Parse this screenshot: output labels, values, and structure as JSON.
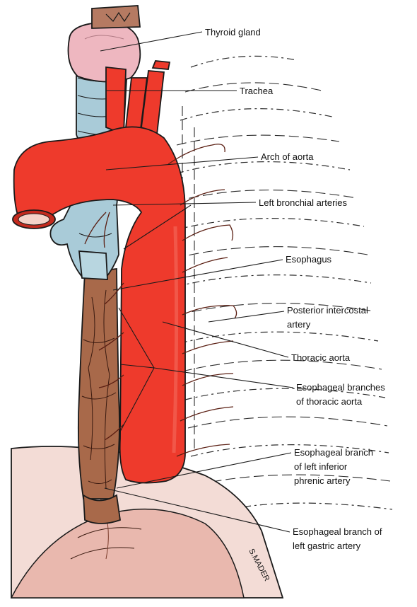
{
  "diagram": {
    "labels": {
      "thyroid_gland": "Thyroid gland",
      "trachea": "Trachea",
      "arch_of_aorta": "Arch of aorta",
      "left_bronchial_arteries": "Left bronchial arteries",
      "esophagus": "Esophagus",
      "posterior_intercostal_line1": "Posterior intercostal",
      "posterior_intercostal_line2": "artery",
      "thoracic_aorta": "Thoracic aorta",
      "esophageal_branches_line1": "Esophageal branches",
      "esophageal_branches_line2": "of thoracic aorta",
      "phrenic_line1": "Esophageal branch",
      "phrenic_line2": "of left inferior",
      "phrenic_line3": "phrenic artery",
      "gastric_line1": "Esophageal branch of",
      "gastric_line2": "left gastric artery"
    },
    "signature": "S.MADER"
  },
  "colors": {
    "aorta": "#ee3a2c",
    "aorta_dark": "#c42a1e",
    "esophagus": "#a8694a",
    "trachea": "#a9cbd8",
    "thyroid": "#eeb7c0",
    "stomach": "#f3dcd6",
    "vessel": "#9a3b24"
  }
}
